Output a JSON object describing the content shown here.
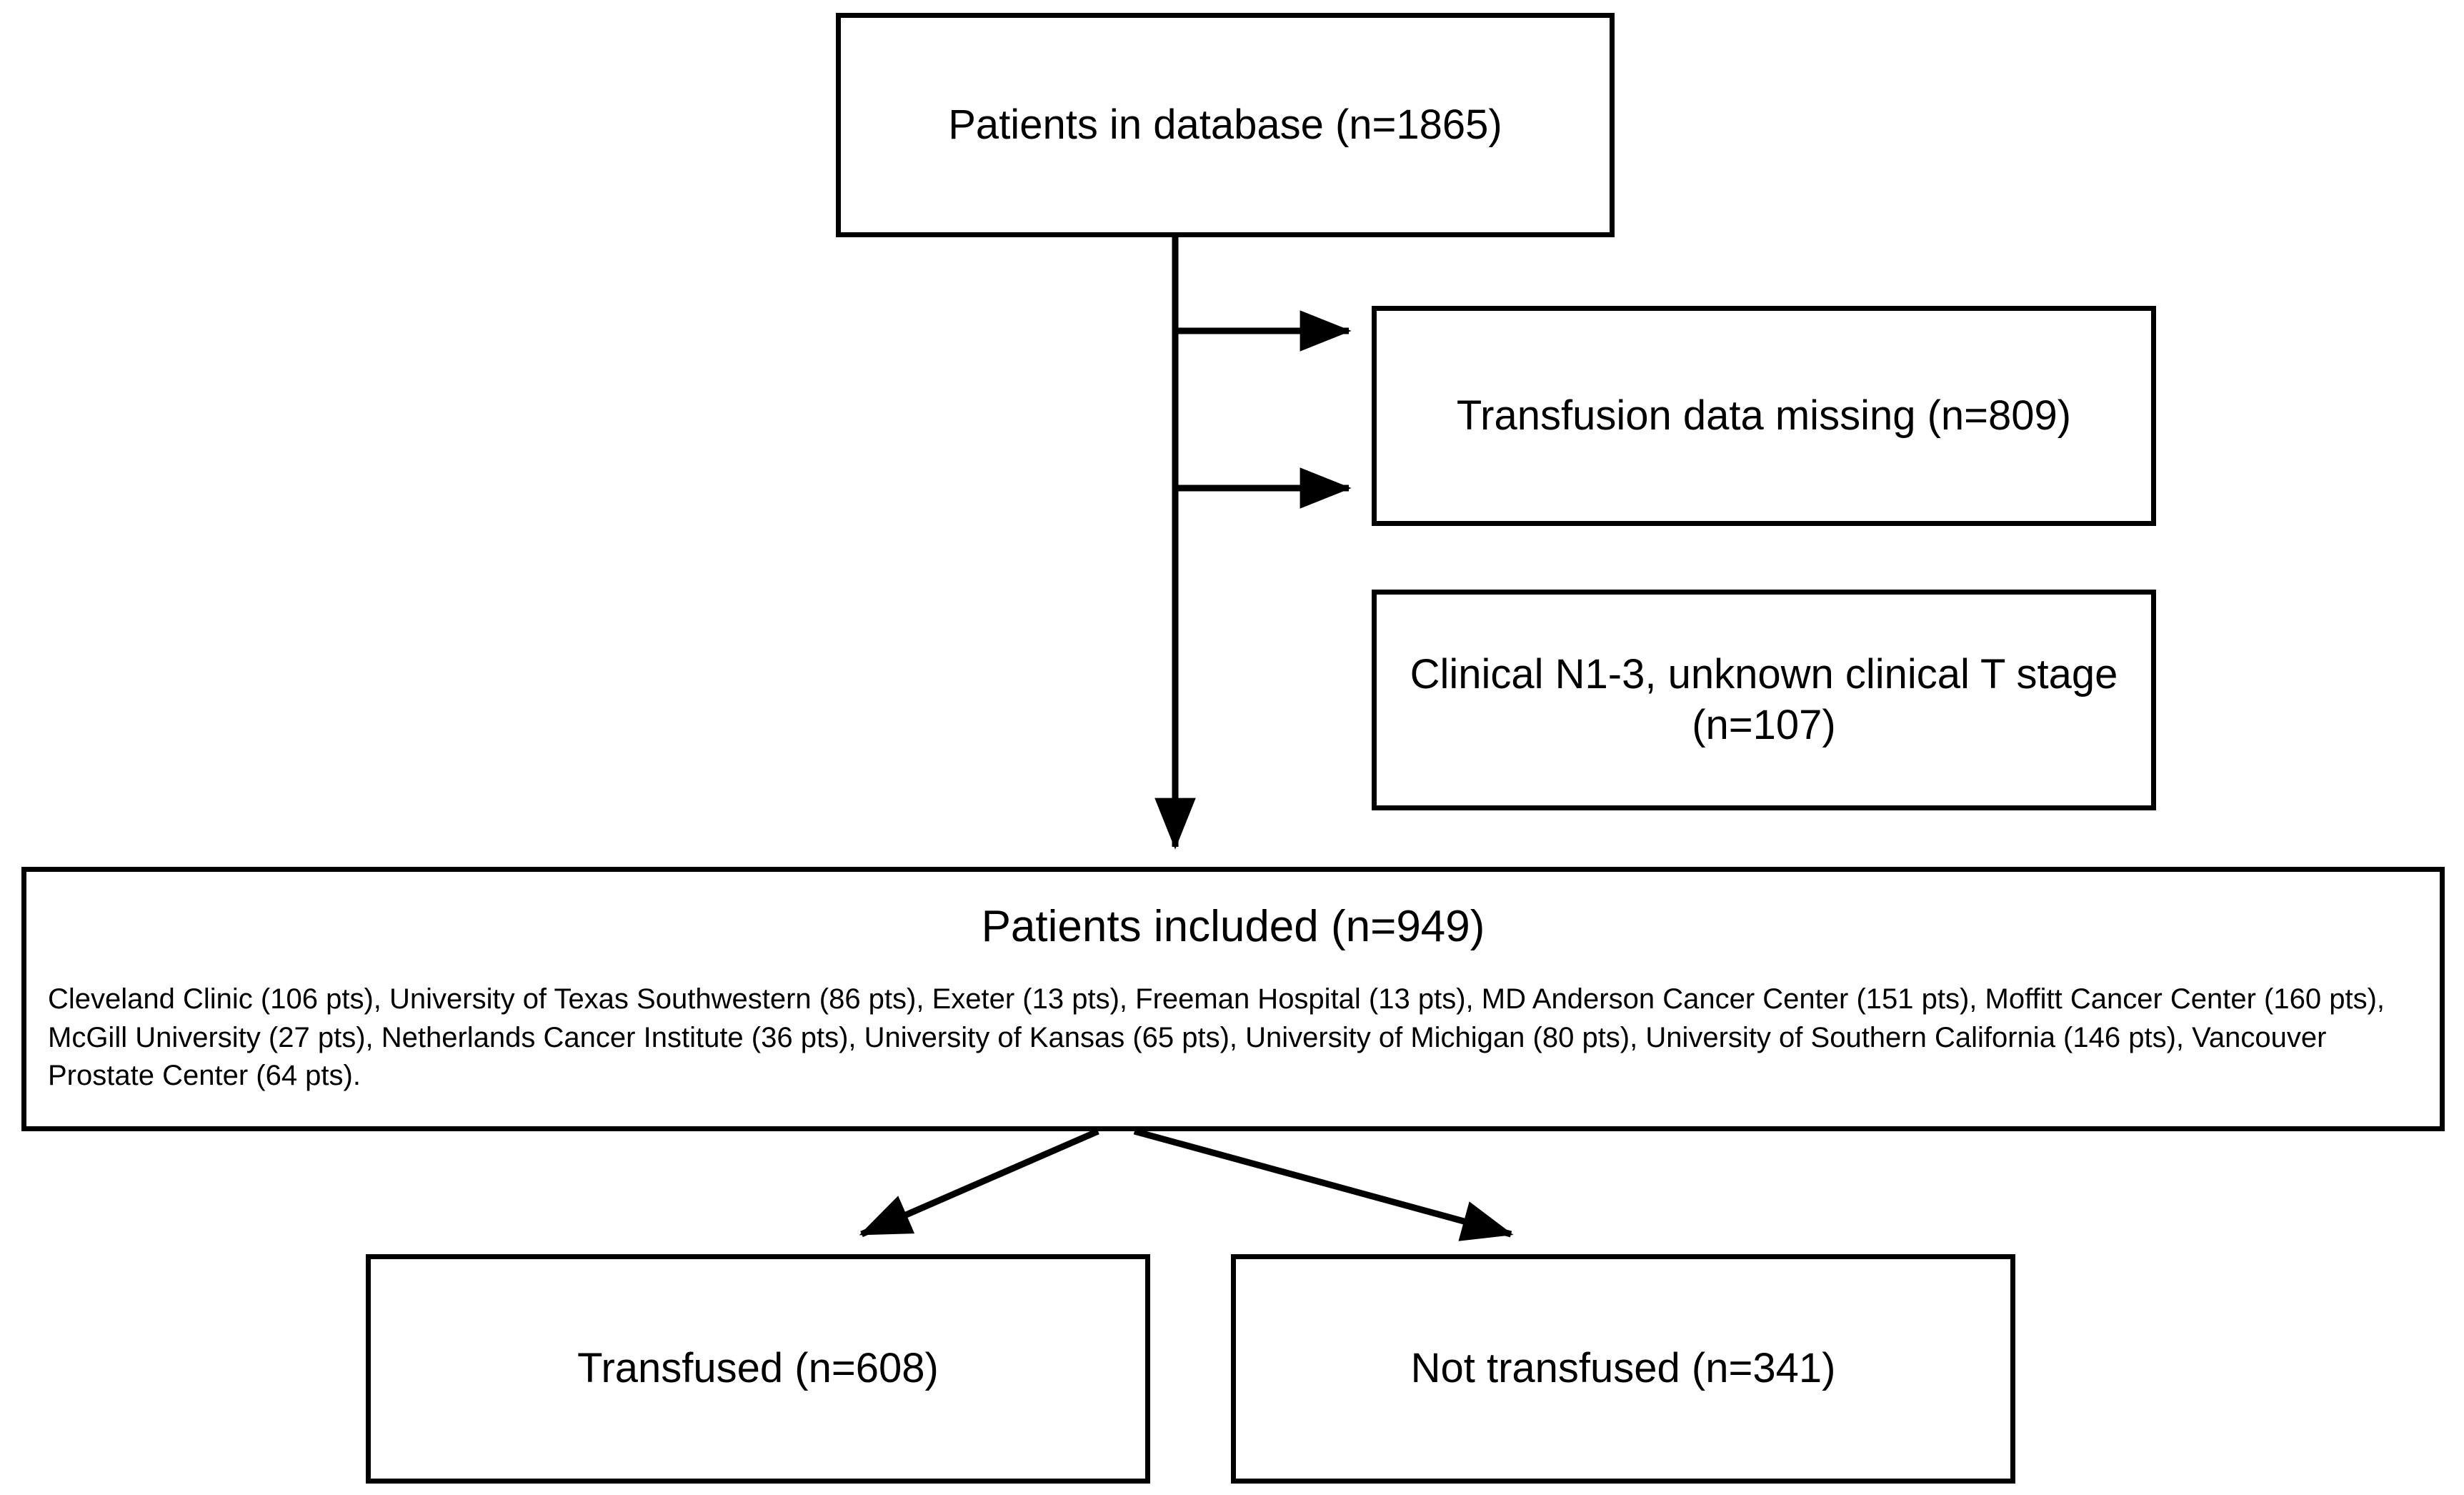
{
  "diagram": {
    "type": "patient-flow-consort-diagram",
    "nodes": {
      "database": {
        "label": "Patients in database (n=1865)",
        "count": 1865
      },
      "excluded_missing": {
        "label": "Transfusion data missing (n=809)",
        "count": 809
      },
      "excluded_stage": {
        "label": "Clinical N1-3, unknown clinical T stage\n(n=107)",
        "count": 107
      },
      "included": {
        "title": "Patients included (n=949)",
        "count": 949,
        "sites_text": "Cleveland Clinic (106 pts), University of Texas Southwestern (86 pts), Exeter (13 pts), Freeman Hospital (13 pts), MD Anderson Cancer Center (151 pts), Moffitt Cancer Center (160 pts), McGill University (27 pts), Netherlands Cancer Institute (36 pts), University of Kansas (65 pts), University of Michigan (80 pts), University of Southern California (146 pts), Vancouver Prostate Center (64 pts).",
        "sites": [
          {
            "name": "Cleveland Clinic",
            "pts": 106
          },
          {
            "name": "University of Texas Southwestern",
            "pts": 86
          },
          {
            "name": "Exeter",
            "pts": 13
          },
          {
            "name": "Freeman Hospital",
            "pts": 13
          },
          {
            "name": "MD Anderson Cancer Center",
            "pts": 151
          },
          {
            "name": "Moffitt Cancer Center",
            "pts": 160
          },
          {
            "name": "McGill University",
            "pts": 27
          },
          {
            "name": "Netherlands Cancer Institute",
            "pts": 36
          },
          {
            "name": "University of Kansas",
            "pts": 65
          },
          {
            "name": "University of Michigan",
            "pts": 80
          },
          {
            "name": "University of Southern California",
            "pts": 146
          },
          {
            "name": "Vancouver Prostate Center",
            "pts": 64
          }
        ]
      },
      "transfused": {
        "label": "Transfused (n=608)",
        "count": 608
      },
      "not_transfused": {
        "label": "Not transfused (n=341)",
        "count": 341
      }
    },
    "edges": [
      {
        "from": "database",
        "to": "excluded_missing",
        "style": "elbow-right-arrow"
      },
      {
        "from": "database",
        "to": "excluded_stage",
        "style": "elbow-right-arrow"
      },
      {
        "from": "database",
        "to": "included",
        "style": "straight-down-arrow"
      },
      {
        "from": "included",
        "to": "transfused",
        "style": "diagonal-down-left-arrow"
      },
      {
        "from": "included",
        "to": "not_transfused",
        "style": "diagonal-down-right-arrow"
      }
    ],
    "colors": {
      "background": "#ffffff",
      "border": "#000000",
      "text": "#000000",
      "connector": "#000000"
    }
  }
}
